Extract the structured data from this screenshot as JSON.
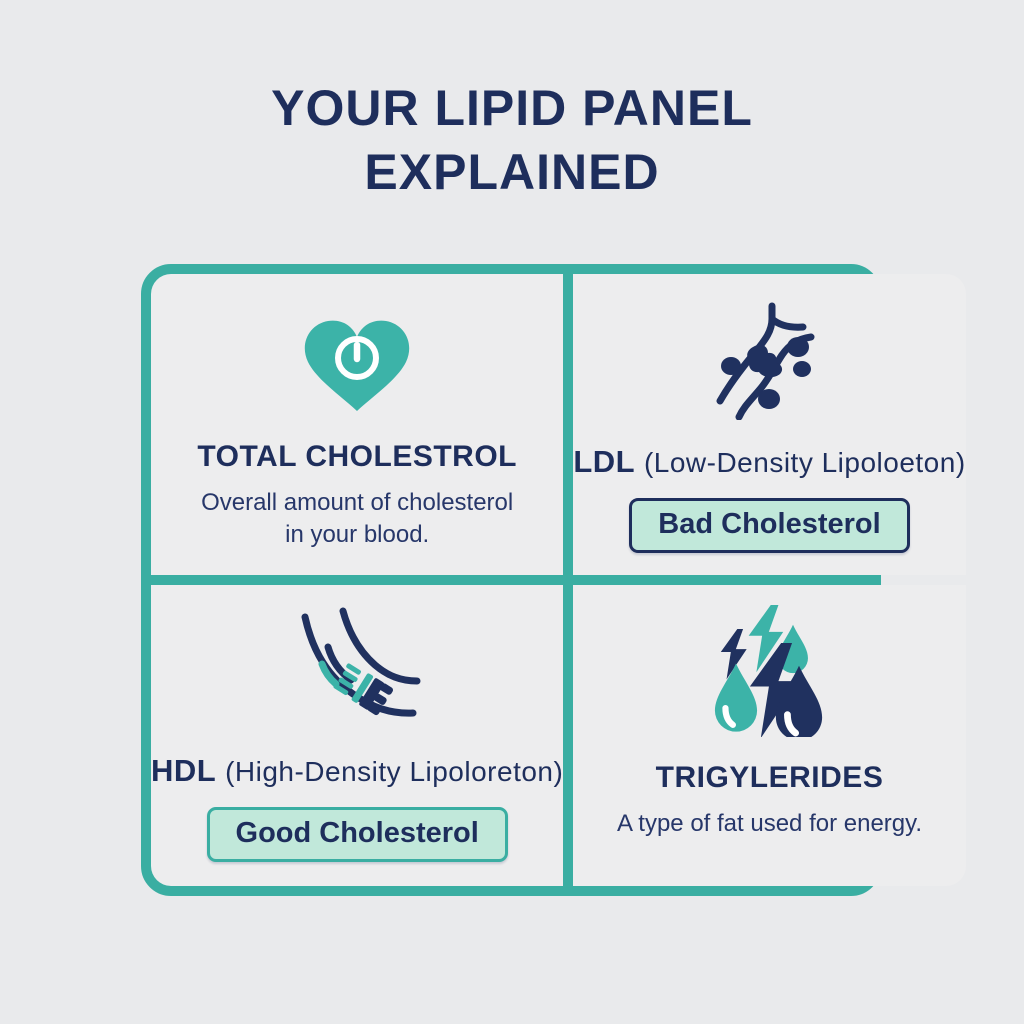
{
  "colors": {
    "background": "#e9eaec",
    "panel": "#ededee",
    "teal_accent": "#3aaea2",
    "navy_text": "#1e2e5c",
    "badge_mint": "#c1e8da"
  },
  "title": {
    "line1": "YOUR LIPID PANEL",
    "line2": "EXPLAINED"
  },
  "quadrants": {
    "total_cholesterol": {
      "icon": "heart-gauge-icon",
      "title": "TOTAL CHOLESTROL",
      "description": "Overall amount of cholesterol in your blood."
    },
    "ldl": {
      "icon": "artery-plaque-icon",
      "abbr": "LDL",
      "subtitle": "(Low-Density Lipoloeton)",
      "badge": "Bad Cholesterol"
    },
    "hdl": {
      "icon": "artery-cleanup-icon",
      "abbr": "HDL",
      "subtitle": "(High-Density Lipoloreton)",
      "badge": "Good Cholesterol"
    },
    "triglycerides": {
      "icon": "energy-bolts-droplets-icon",
      "title": "TRIGYLERIDES",
      "description": "A type of fat used for energy."
    }
  }
}
